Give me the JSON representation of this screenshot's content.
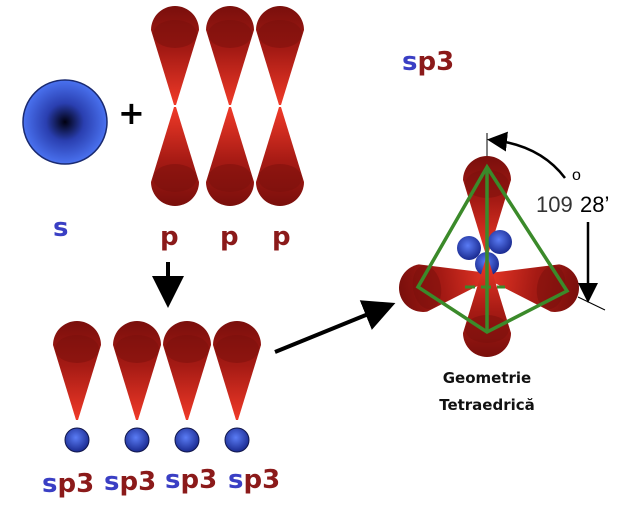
{
  "title_hybrid": {
    "prefix": "s",
    "suffix": "p3"
  },
  "s_label": "s",
  "plus": "+",
  "p_labels": [
    "p",
    "p",
    "p"
  ],
  "sp3_labels": [
    {
      "prefix": "s",
      "suffix": "p3"
    },
    {
      "prefix": "s",
      "suffix": "p3"
    },
    {
      "prefix": "s",
      "suffix": "p3"
    },
    {
      "prefix": "s",
      "suffix": "p3"
    }
  ],
  "angle": {
    "degrees": "109",
    "degree_sign": "o",
    "minutes": "28’"
  },
  "geometry_label": [
    "Geometrie",
    "Tetraedrică"
  ],
  "colors": {
    "lobe": "#b01c16",
    "lobe_dark": "#7a0f0c",
    "sphere": "#2f4fe0",
    "tetra": "#3b8a2a",
    "label_blue": "#3a3fc4",
    "label_red": "#8b1a1a"
  }
}
